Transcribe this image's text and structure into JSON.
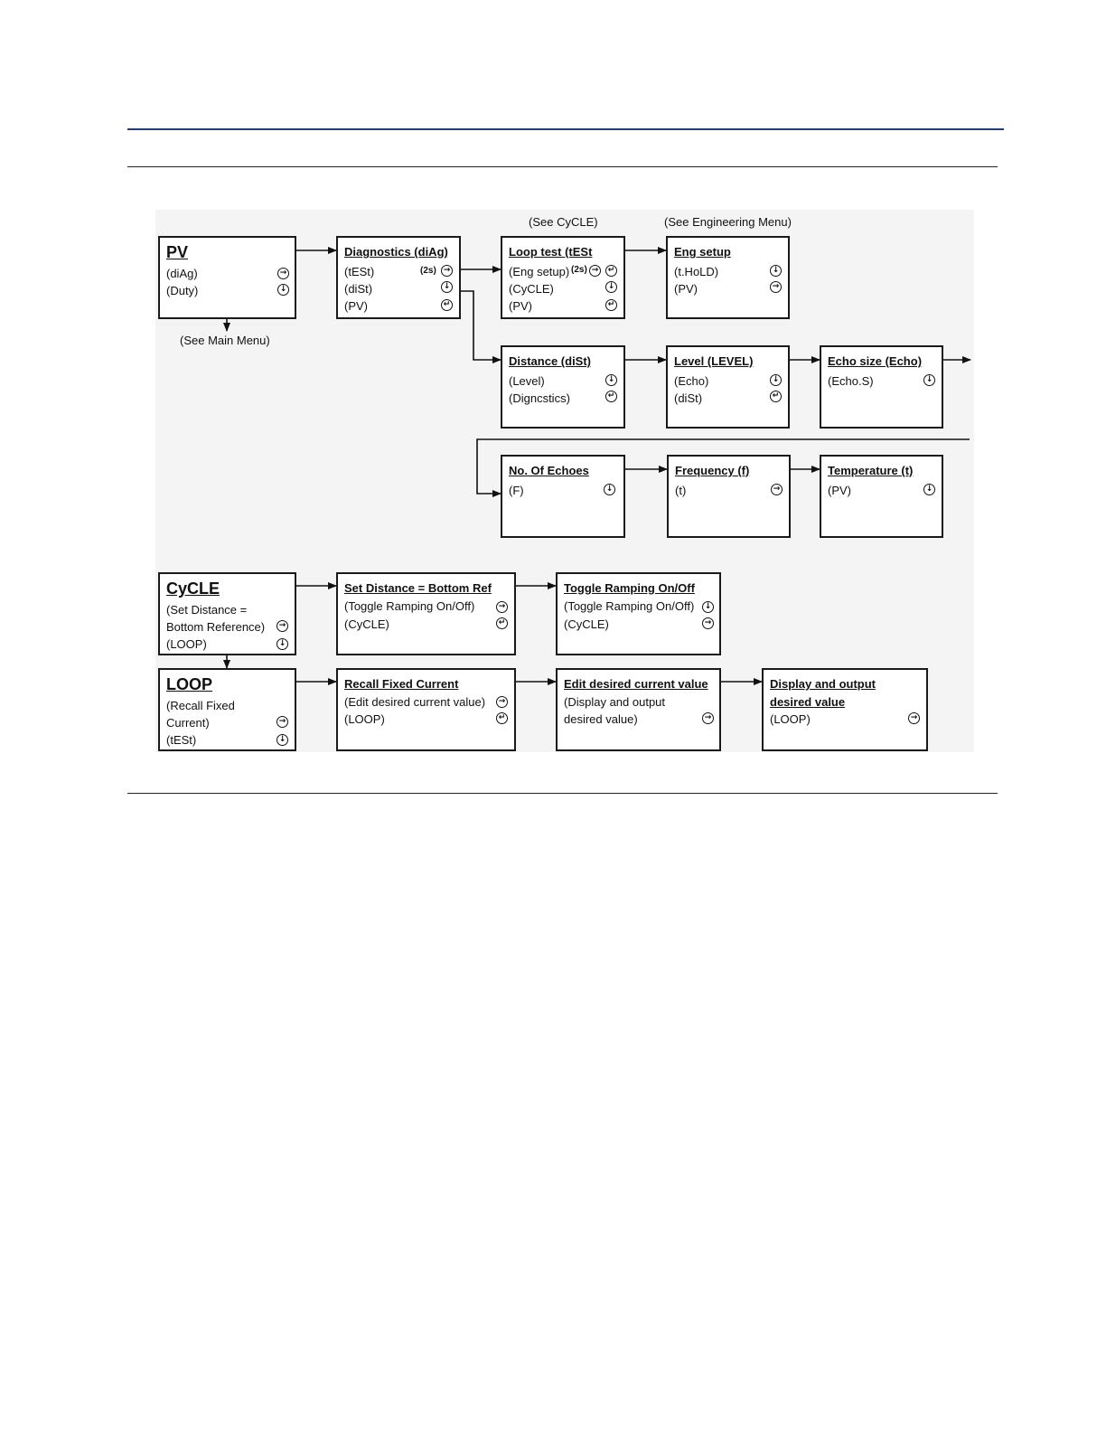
{
  "notes": {
    "see_cycle": "(See CyCLE)",
    "see_engineering": "(See Engineering Menu)",
    "see_main": "(See Main Menu)"
  },
  "boxes": {
    "pv": {
      "title": "PV",
      "lines": [
        "(diAg)",
        "(Duty)"
      ],
      "icons": [
        "right-arrow-icon",
        "down-arrow-icon"
      ]
    },
    "diag": {
      "title": "Diagnostics (diAg)",
      "lines": [
        "(tESt)",
        "(diSt)",
        "(PV)"
      ],
      "tag": "(2s)",
      "icons": [
        "right-arrow-icon",
        "down-arrow-icon",
        "enter-icon"
      ]
    },
    "loop_test": {
      "title": "Loop test (tESt",
      "lines": [
        "(Eng setup)",
        "(CyCLE)",
        "(PV)"
      ],
      "tag": "(2s)",
      "icons": [
        "right-arrow-icon",
        "enter-icon",
        "down-arrow-icon",
        "enter-icon"
      ]
    },
    "eng_setup": {
      "title": "Eng setup",
      "lines": [
        "(t.HoLD)",
        "(PV)"
      ],
      "icons": [
        "down-arrow-icon",
        "right-arrow-icon"
      ]
    },
    "distance": {
      "title": "Distance (diSt)",
      "lines": [
        "(Level)",
        "(Digncstics)"
      ],
      "icons": [
        "down-arrow-icon",
        "enter-icon"
      ]
    },
    "level": {
      "title": "Level (LEVEL)",
      "lines": [
        "(Echo)",
        "(diSt)"
      ],
      "icons": [
        "down-arrow-icon",
        "enter-icon"
      ]
    },
    "echo_size": {
      "title": "Echo size (Echo)",
      "lines": [
        "(Echo.S)"
      ],
      "icons": [
        "down-arrow-icon"
      ]
    },
    "no_echoes": {
      "title": "No. Of Echoes",
      "lines": [
        "(F)"
      ],
      "icons": [
        "down-arrow-icon"
      ]
    },
    "frequency": {
      "title": "Frequency (f)",
      "lines": [
        "(t)"
      ],
      "icons": [
        "right-arrow-icon"
      ]
    },
    "temperature": {
      "title": "Temperature (t)",
      "lines": [
        "(PV)"
      ],
      "icons": [
        "down-arrow-icon"
      ]
    },
    "cycle": {
      "title": "CyCLE",
      "lines": [
        "(Set Distance =",
        " Bottom Reference)",
        "(LOOP)"
      ],
      "icons": [
        "right-arrow-icon",
        "down-arrow-icon"
      ]
    },
    "set_distance": {
      "title": "Set Distance = Bottom Ref",
      "lines": [
        "(Toggle Ramping On/Off)",
        "(CyCLE)"
      ],
      "icons": [
        "right-arrow-icon",
        "enter-icon"
      ]
    },
    "toggle_ramping": {
      "title": "Toggle Ramping On/Off",
      "lines": [
        "(Toggle Ramping On/Off)",
        "(CyCLE)"
      ],
      "icons": [
        "down-arrow-icon",
        "right-arrow-icon"
      ]
    },
    "loop": {
      "title": "LOOP",
      "lines": [
        "(Recall Fixed",
        " Current)",
        "(tESt)"
      ],
      "icons": [
        "right-arrow-icon",
        "down-arrow-icon"
      ]
    },
    "recall_current": {
      "title": "Recall Fixed Current",
      "lines": [
        "(Edit desired current value)",
        "(LOOP)"
      ],
      "icons": [
        "right-arrow-icon",
        "enter-icon"
      ]
    },
    "edit_current": {
      "title": "Edit desired current value",
      "lines": [
        "(Display and output",
        " desired value)"
      ],
      "icons": [
        "right-arrow-icon"
      ]
    },
    "display_output": {
      "title": "Display and output",
      "title2": "desired value",
      "lines": [
        "(LOOP)"
      ],
      "icons": [
        "right-arrow-icon"
      ]
    }
  }
}
